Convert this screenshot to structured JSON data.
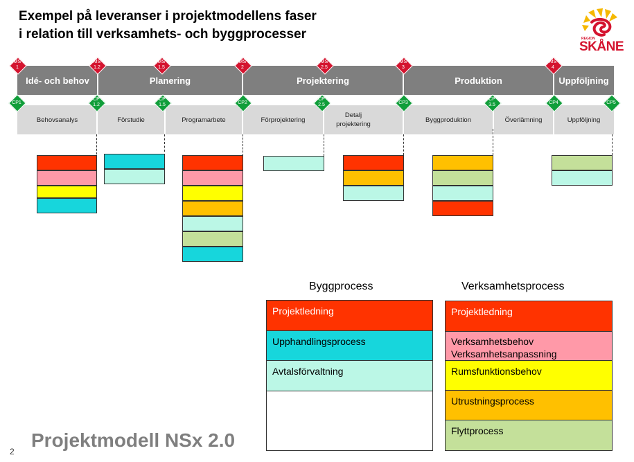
{
  "title_line1": "Exempel på leveranser i projektmodellens faser",
  "title_line2": "i relation till verksamhets- och byggprocesser",
  "logo": {
    "region": "REGION",
    "name": "SKÅNE"
  },
  "phases": [
    "Idé- och behov",
    "Planering",
    "Projektering",
    "Produktion",
    "Uppföljning"
  ],
  "activities": [
    "Behovsanalys",
    "Förstudie",
    "Programarbete",
    "Förprojektering",
    "Detalj projektering",
    "Byggproduktion",
    "Överlämning",
    "Uppföljning"
  ],
  "milestones": [
    {
      "line1": "MS",
      "line2": "1"
    },
    {
      "line1": "MS",
      "line2": "1.2"
    },
    {
      "line1": "MS",
      "line2": "1.5"
    },
    {
      "line1": "MS",
      "line2": "2"
    },
    {
      "line1": "MS",
      "line2": "2.5"
    },
    {
      "line1": "MS",
      "line2": "3"
    },
    {
      "line1": "MS",
      "line2": "4"
    }
  ],
  "checkpoints": [
    {
      "line1": "CP1",
      "line2": ""
    },
    {
      "line1": "CP",
      "line2": "1.2"
    },
    {
      "line1": "CP",
      "line2": "1.5"
    },
    {
      "line1": "CP2",
      "line2": ""
    },
    {
      "line1": "CP",
      "line2": "2.5"
    },
    {
      "line1": "CP3",
      "line2": ""
    },
    {
      "line1": "CP",
      "line2": "3.5"
    },
    {
      "line1": "CP4",
      "line2": ""
    },
    {
      "line1": "CP5",
      "line2": ""
    }
  ],
  "colors": {
    "projektledning": "#ff3300",
    "verksamhetsbehov": "#ff99a8",
    "rumsfunktionsbehov": "#ffff00",
    "utrustningsprocess": "#ffc000",
    "flyttprocess": "#c4e09a",
    "upphandlingsprocess": "#17d6dc",
    "avtalsforvaltning": "#bbf7e6",
    "phase_bar": "#7f7f7f",
    "activity_bar": "#d9d9d9",
    "milestone": "#d4142f",
    "checkpoint": "#109e3a"
  },
  "deliverable_stacks": [
    [
      "projektledning",
      "verksamhetsbehov",
      "rumsfunktionsbehov",
      "upphandlingsprocess"
    ],
    [
      "upphandlingsprocess",
      "avtalsforvaltning"
    ],
    [
      "projektledning",
      "verksamhetsbehov",
      "rumsfunktionsbehov",
      "utrustningsprocess",
      "avtalsforvaltning",
      "flyttprocess",
      "upphandlingsprocess"
    ],
    [
      "avtalsforvaltning"
    ],
    [
      "projektledning",
      "utrustningsprocess",
      "avtalsforvaltning"
    ],
    [
      "utrustningsprocess",
      "flyttprocess",
      "avtalsforvaltning",
      "projektledning"
    ],
    [
      "flyttprocess",
      "avtalsforvaltning"
    ]
  ],
  "legend_bygg": {
    "heading": "Byggprocess",
    "items": [
      "Projektledning",
      "Upphandlingsprocess",
      "Avtalsförvaltning"
    ]
  },
  "legend_verksamhet": {
    "heading": "Verksamhetsprocess",
    "items": [
      "Projektledning",
      "Verksamhetsbehov",
      "Verksamhetsanpassning",
      "Rumsfunktionsbehov",
      "Utrustningsprocess",
      "Flyttprocess"
    ]
  },
  "footer": "Projektmodell NSx 2.0",
  "page_number": "2"
}
